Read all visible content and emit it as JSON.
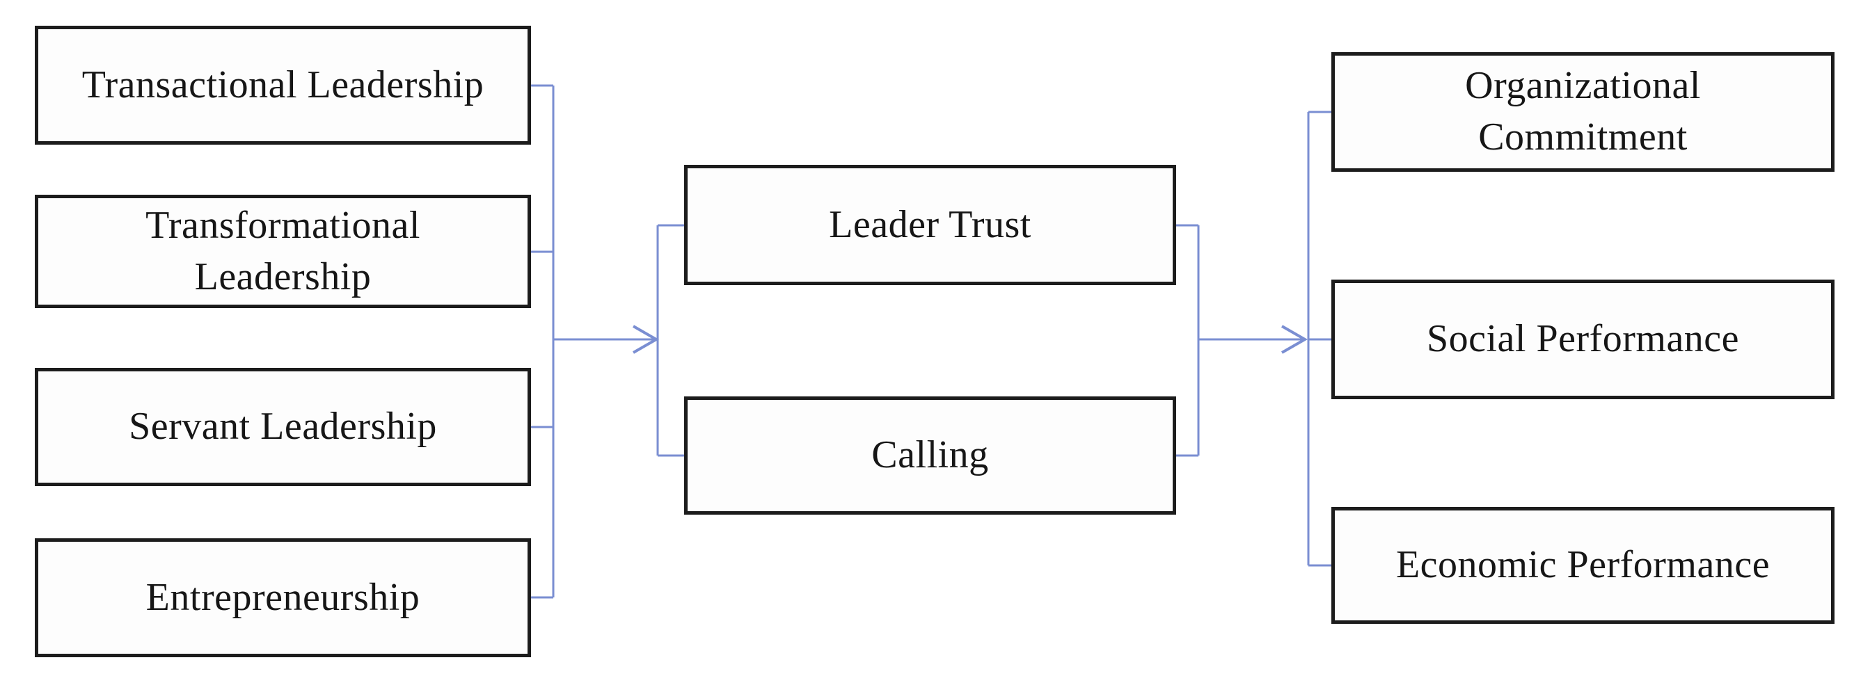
{
  "figure": {
    "type": "flow-diagram",
    "background_color": "#ffffff",
    "box_border_color": "#1c1c1c",
    "box_fill_color": "#fdfdfd",
    "text_color": "#161616",
    "connector_color": "#7a8ed2"
  },
  "columns": {
    "antecedents": {
      "items": [
        {
          "id": "transactional-leadership",
          "label": [
            "Transactional Leadership"
          ]
        },
        {
          "id": "transformational-leadership",
          "label": [
            "Transformational",
            "Leadership"
          ]
        },
        {
          "id": "servant-leadership",
          "label": [
            "Servant Leadership"
          ]
        },
        {
          "id": "entrepreneurship",
          "label": [
            "Entrepreneurship"
          ]
        }
      ]
    },
    "mediators": {
      "items": [
        {
          "id": "leader-trust",
          "label": [
            "Leader Trust"
          ]
        },
        {
          "id": "calling",
          "label": [
            "Calling"
          ]
        }
      ]
    },
    "outcomes": {
      "items": [
        {
          "id": "organizational-commitment",
          "label": [
            "Organizational",
            "Commitment"
          ]
        },
        {
          "id": "social-performance",
          "label": [
            "Social Performance"
          ]
        },
        {
          "id": "economic-performance",
          "label": [
            "Economic Performance"
          ]
        }
      ]
    }
  },
  "connections": [
    {
      "from": "antecedents-group",
      "to": "mediators-group",
      "style": "bracket-arrow"
    },
    {
      "from": "mediators-group",
      "to": "outcomes-group",
      "style": "bracket-arrow"
    }
  ]
}
